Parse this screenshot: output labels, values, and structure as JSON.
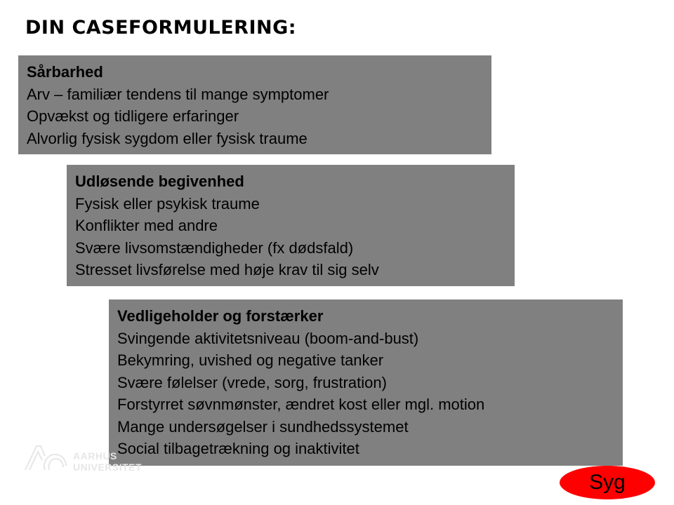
{
  "title": "DIN CASEFORMULERING:",
  "boxes": [
    {
      "heading": "Sårbarhed",
      "lines": [
        "Arv – familiær tendens til mange symptomer",
        "Opvækst og tidligere erfaringer",
        "Alvorlig fysisk sygdom eller fysisk traume"
      ]
    },
    {
      "heading": "Udløsende begivenhed",
      "lines": [
        "Fysisk eller psykisk traume",
        "Konflikter med andre",
        "Svære livsomstændigheder (fx dødsfald)",
        "Stresset livsførelse med høje krav til sig selv"
      ]
    },
    {
      "heading": "Vedligeholder og forstærker",
      "lines": [
        "Svingende aktivitetsniveau (boom-and-bust)",
        "Bekymring, uvished og negative tanker",
        "Svære følelser (vrede, sorg, frustration)",
        "Forstyrret søvnmønster, ændret kost eller mgl. motion",
        "Mange undersøgelser i sundhedssystemet",
        "Social tilbagetrækning og inaktivitet"
      ]
    }
  ],
  "logo": {
    "line1": "AARHUS",
    "line2": "UNIVERSITET",
    "icon": "aarhus-university-logo-icon",
    "color": "#e6e6e6"
  },
  "syg_button": {
    "label": "Syg",
    "color": "#ff0000"
  },
  "colors": {
    "box_background": "#808080",
    "text": "#000000"
  }
}
